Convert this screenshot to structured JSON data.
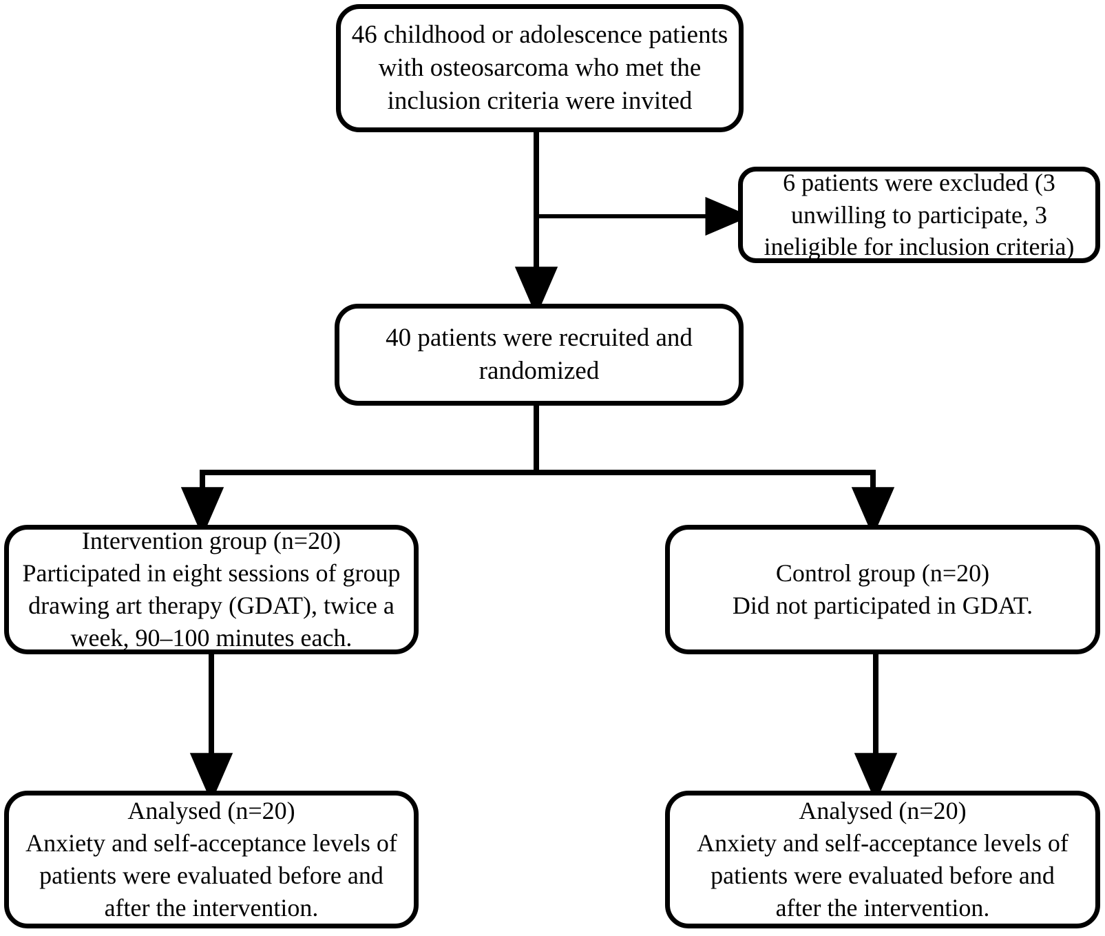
{
  "diagram": {
    "type": "flowchart",
    "title": "CONSORT participant flow diagram",
    "line_color": "#000000",
    "box_fill": "#ffffff",
    "text_color": "#000000",
    "nodes": {
      "enrolled": {
        "text": "46 childhood or adolescence patients\nwith osteosarcoma who met the\ninclusion criteria were invited",
        "count": 46
      },
      "excluded": {
        "text": "6 patients were excluded (3\nunwilling to participate, 3\nineligible for inclusion criteria)",
        "count": 6
      },
      "randomized": {
        "text": "40 patients were recruited and\nrandomized",
        "count": 40
      },
      "intervention": {
        "text": "Intervention group (n=20)\nParticipated in eight sessions of group\ndrawing art therapy (GDAT), twice a\nweek, 90–100 minutes each.",
        "count": 20
      },
      "control": {
        "text": "Control group (n=20)\nDid not participated in GDAT.",
        "count": 20
      },
      "analysed_intervention": {
        "text": "Analysed (n=20)\nAnxiety and self-acceptance levels of\npatients were evaluated before and\nafter the intervention.",
        "count": 20
      },
      "analysed_control": {
        "text": "Analysed (n=20)\nAnxiety and self-acceptance levels of\npatients were evaluated before and\nafter the intervention.",
        "count": 20
      }
    },
    "edges": [
      {
        "id": "enrolled-to-randomized",
        "from": "enrolled",
        "to": "randomized",
        "style": "straight-down",
        "arrow": true
      },
      {
        "id": "enrolled-to-excluded",
        "from": "enrolled",
        "to": "excluded",
        "style": "elbow-right",
        "arrow": true
      },
      {
        "id": "randomized-to-intervention",
        "from": "randomized",
        "to": "intervention",
        "style": "split-left",
        "arrow": true
      },
      {
        "id": "randomized-to-control",
        "from": "randomized",
        "to": "control",
        "style": "split-right",
        "arrow": true
      },
      {
        "id": "intervention-to-analysed",
        "from": "intervention",
        "to": "analysed_intervention",
        "style": "straight-down",
        "arrow": true
      },
      {
        "id": "control-to-analysed",
        "from": "control",
        "to": "analysed_control",
        "style": "straight-down",
        "arrow": true
      }
    ]
  }
}
